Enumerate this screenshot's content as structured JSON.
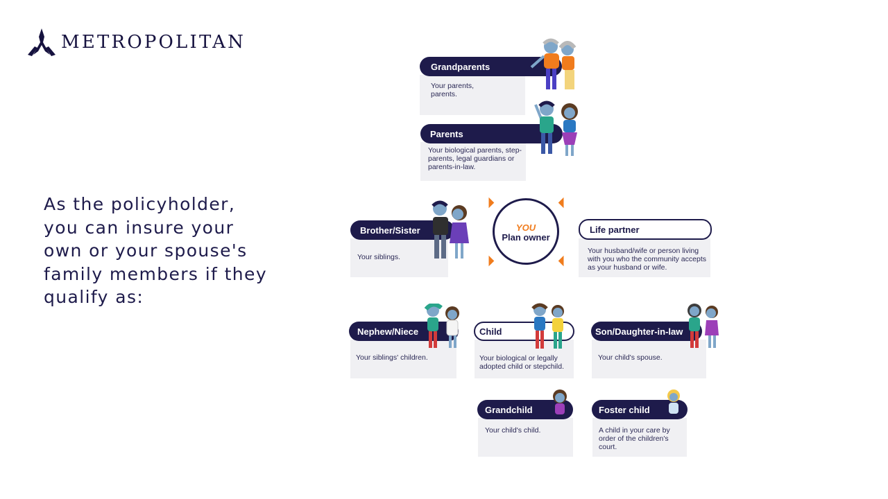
{
  "brand": {
    "name": "METROPOLITAN"
  },
  "intro_text": "As the policyholder, you can insure your own or your spouse's family members if they qualify as:",
  "center": {
    "you": "YOU",
    "owner": "Plan owner"
  },
  "members": {
    "grandparents": {
      "title": "Grandparents",
      "description": "Your parents, parents."
    },
    "parents": {
      "title": "Parents",
      "description": "Your biological parents, step-parents, legal guardians or parents-in-law."
    },
    "sibling": {
      "title": "Brother/Sister",
      "description": "Your siblings."
    },
    "partner": {
      "title": "Life partner",
      "description": "Your husband/wife or person living with you who the community accepts as your husband or wife."
    },
    "nephew": {
      "title": "Nephew/Niece",
      "description": "Your siblings' children."
    },
    "child": {
      "title": "Child",
      "description": "Your biological or legally adopted child or stepchild."
    },
    "son_in_law": {
      "title": "Son/Daughter-in-law",
      "description": "Your child's spouse."
    },
    "grandchild": {
      "title": "Grandchild",
      "description": "Your child's child."
    },
    "foster": {
      "title": "Foster child",
      "description": "A child in your care by order of the children's court."
    }
  },
  "colors": {
    "navy": "#1e1b4b",
    "orange": "#f07c1d",
    "card_bg": "#f0f0f3",
    "skin": "#7fa6c9"
  }
}
